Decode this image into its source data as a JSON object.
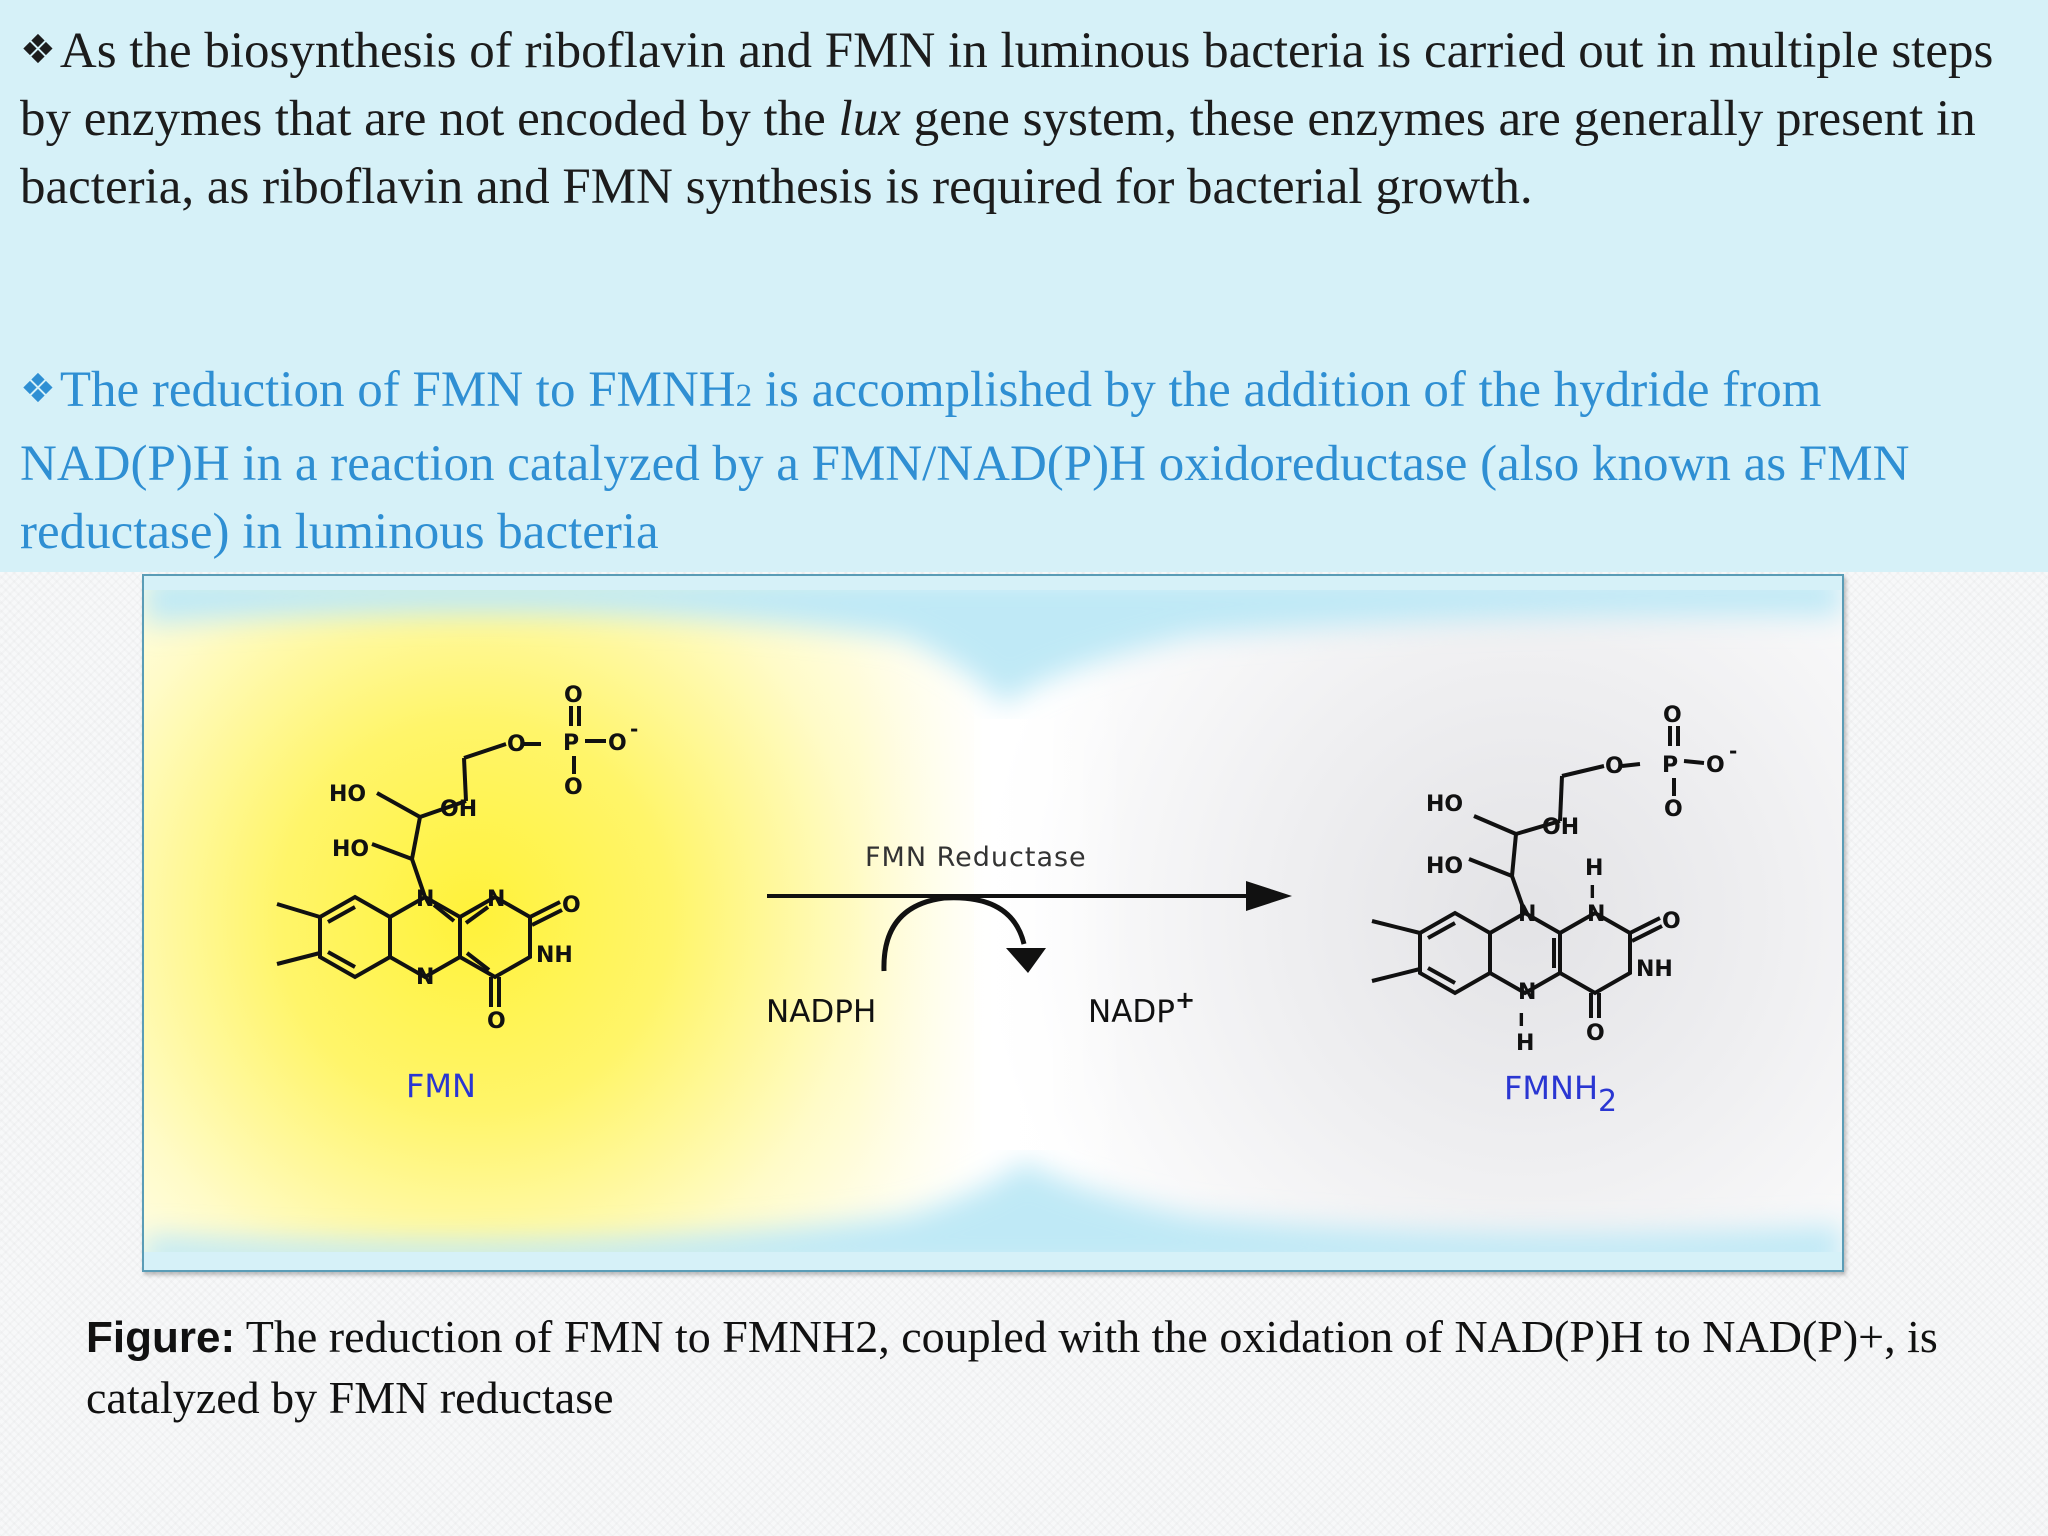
{
  "slide": {
    "bullet_1": {
      "text_before": "As the biosynthesis of riboflavin and FMN in luminous bacteria is carried out in multiple steps by enzymes that are not encoded by the ",
      "italic_word": "lux",
      "text_after": " gene system, these enzymes are generally present in bacteria, as riboflavin and FMN synthesis is required for bacterial growth."
    },
    "bullet_2": {
      "text_before": "The reduction of FMN to FMNH",
      "subscript": "2",
      "text_after": " is accomplished by the addition of the hydride from NAD(P)H in a reaction catalyzed by a FMN/NAD(P)H oxidoreductase (also known as FMN reductase) in luminous bacteria"
    },
    "bullet_symbol": "❖"
  },
  "diagram": {
    "enzyme_label": "FMN Reductase",
    "cofactor_in": "NADPH",
    "cofactor_out_base": "NADP",
    "cofactor_out_charge": "+",
    "substrate_label": "FMN",
    "product_label_base": "FMNH",
    "product_label_sub": "2",
    "atoms": {
      "ho": "HO",
      "oh": "OH",
      "o": "O",
      "p": "P",
      "o_minus": "O",
      "minus": "-",
      "n": "N",
      "nh": "NH",
      "h": "H"
    },
    "colors": {
      "substrate_glow": "#fff23a",
      "label_blue": "#2a36d2",
      "frame_border": "#5a9cb6",
      "ink": "#111111"
    }
  },
  "caption": {
    "label": "Figure:",
    "text": " The reduction of FMN to FMNH2, coupled with the oxidation of NAD(P)H to NAD(P)+, is catalyzed by FMN reductase"
  }
}
